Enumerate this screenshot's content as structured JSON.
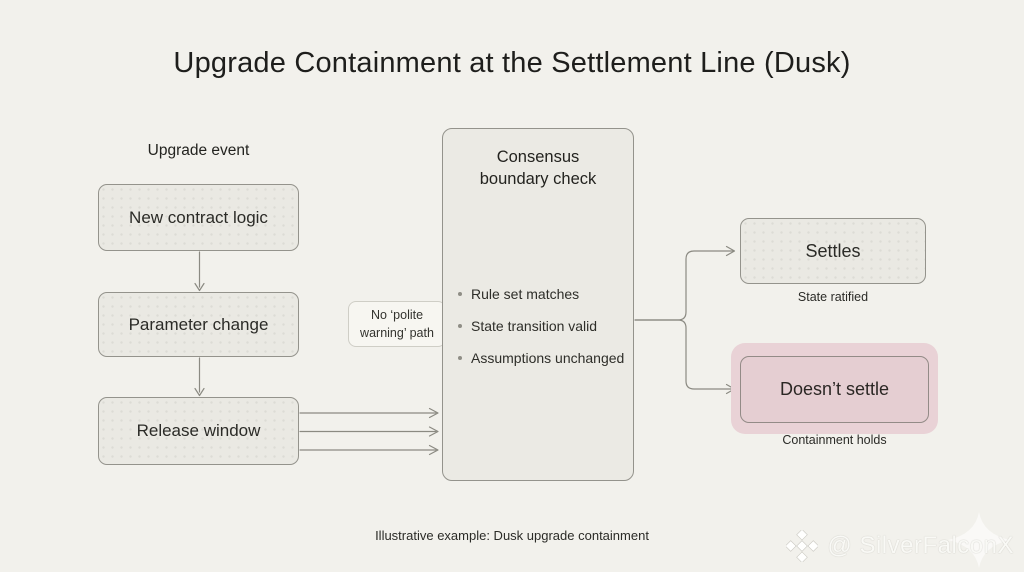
{
  "title": "Upgrade Containment at the Settlement Line (Dusk)",
  "colors": {
    "background": "#f2f1ec",
    "box_fill": "#eae9e3",
    "box_border": "#94938c",
    "pink_glow": "#e9d2d6",
    "pink_fill": "#e5ced2",
    "connector": "#8b8a82",
    "text": "#26261f",
    "note_fill": "#f7f6f1"
  },
  "left_column": {
    "heading": "Upgrade event",
    "boxes": [
      {
        "label": "New contract logic"
      },
      {
        "label": "Parameter change"
      },
      {
        "label": "Release window"
      }
    ]
  },
  "note": {
    "line1": "No ‘polite",
    "line2": "warning’ path"
  },
  "consensus": {
    "title_line1": "Consensus",
    "title_line2": "boundary check",
    "bullets": [
      "Rule set matches",
      "State transition valid",
      "Assumptions unchanged"
    ]
  },
  "outcomes": {
    "settles": {
      "label": "Settles",
      "caption": "State ratified"
    },
    "doesnt_settle": {
      "label": "Doesn’t settle",
      "caption": "Containment holds"
    }
  },
  "bottom_caption": "Illustrative example: Dusk upgrade containment",
  "watermark": {
    "handle": "@ SilverFalconX",
    "logo": "diamond-cluster"
  }
}
